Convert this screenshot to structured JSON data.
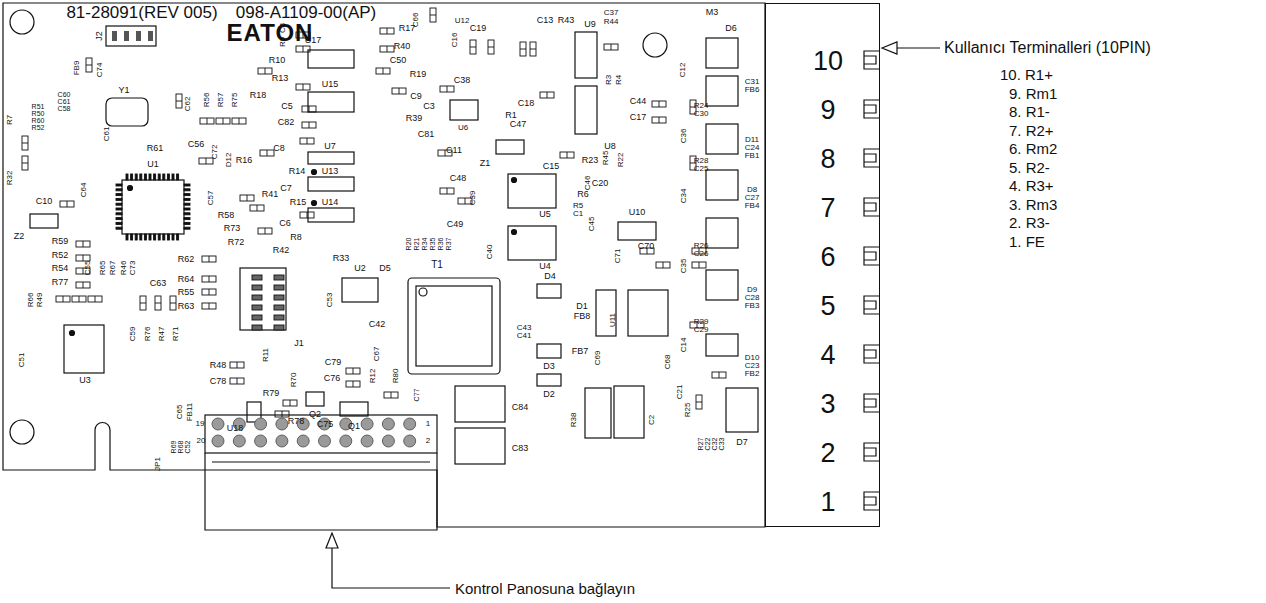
{
  "diagram": {
    "nodes": [
      {
        "text": [
          "10",
          "9",
          "8",
          "7",
          "6",
          "5",
          "4",
          "3",
          "2",
          "1"
        ]
      }
    ],
    "labels": [
      "81-28091(REV 005)",
      "098-A1109-00(AP)",
      "EATON",
      "J2",
      "C4",
      "R9",
      "R10",
      "U17",
      "R17",
      "C66",
      "U12",
      "C16",
      "C19",
      "C13",
      "R43",
      "C37",
      "R44",
      "U9",
      "M3",
      "D6",
      "R40",
      "R3",
      "R4",
      "C50",
      "C12",
      "C31",
      "FB6",
      "U15",
      "R13",
      "R18",
      "C5",
      "C82",
      "R56",
      "R57",
      "R75",
      "Y1",
      "C62",
      "C74",
      "FB9",
      "R51",
      "R50",
      "R60",
      "R52",
      "C60",
      "C61",
      "C58",
      "R7",
      "C61",
      "R19",
      "C9",
      "C3",
      "C38",
      "R39",
      "U6",
      "C81",
      "C18",
      "R1",
      "C47",
      "C44",
      "C17",
      "U8",
      "R24",
      "C30",
      "C36",
      "D11",
      "C24",
      "FB1",
      "Z1",
      "C11",
      "R23",
      "R45",
      "R22",
      "R28",
      "C25",
      "U7",
      "C8",
      "R16",
      "D12",
      "C72",
      "C56",
      "R61",
      "U1",
      "R32",
      "C64",
      "C10",
      "Z2",
      "R14",
      "U13",
      "C48",
      "C15",
      "R6",
      "C20",
      "C46",
      "C39",
      "U5",
      "C34",
      "D8",
      "C27",
      "FB4",
      "R41",
      "C7",
      "R15",
      "U14",
      "C57",
      "R58",
      "R73",
      "R72",
      "C6",
      "R8",
      "R42",
      "R33",
      "C49",
      "R20",
      "R21",
      "R34",
      "R35",
      "R36",
      "R37",
      "C40",
      "R5",
      "C1",
      "C45",
      "U10",
      "U4",
      "C71",
      "C70",
      "C35",
      "R26",
      "C26",
      "D9",
      "C28",
      "FB3",
      "R59",
      "R52",
      "R54",
      "R77",
      "C55",
      "R65",
      "R67",
      "R46",
      "C73",
      "C63",
      "R62",
      "R64",
      "R55",
      "R63",
      "R66",
      "R49",
      "U2",
      "D5",
      "C53",
      "J1",
      "C42",
      "C67",
      "T1",
      "D1",
      "FB8",
      "C43",
      "C41",
      "FB7",
      "D4",
      "U11",
      "C69",
      "C68",
      "C14",
      "R29",
      "C29",
      "D10",
      "C23",
      "FB2",
      "C21",
      "R25",
      "R27",
      "C22",
      "C32",
      "C33",
      "D7",
      "D3",
      "D2",
      "R38",
      "C2",
      "C59",
      "R76",
      "R47",
      "R71",
      "U3",
      "C51",
      "R48",
      "C78",
      "R11",
      "R70",
      "C79",
      "C76",
      "Q2",
      "R12",
      "R80",
      "C77",
      "C84",
      "C83",
      "C65",
      "FB11",
      "R79",
      "U18",
      "R78",
      "C75",
      "Q1",
      "R69",
      "R68",
      "C52",
      "JP1",
      "19",
      "20",
      "1",
      "2",
      "Kullanıcı Terminalleri (10PIN)",
      "10. R1+",
      "9. Rm1",
      "8. R1-",
      "7. R2+",
      "6. Rm2",
      "5. R2-",
      "4. R3+",
      "3. Rm3",
      "2. R3-",
      "1. FE",
      "Kontrol Panosuna bağlayın"
    ]
  }
}
